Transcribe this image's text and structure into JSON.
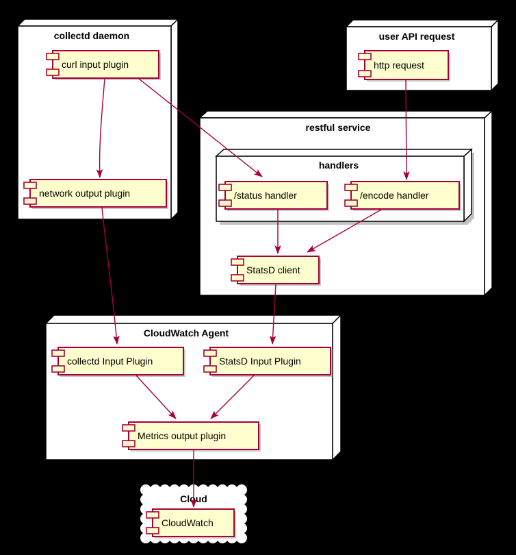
{
  "colors": {
    "background": "#000000",
    "node_fill": "#ffffff",
    "node_border": "#000000",
    "component_fill": "#fefece",
    "component_border": "#a80036",
    "arrow": "#a80036",
    "label_text": "#000000"
  },
  "nodes": {
    "collectd_daemon": {
      "label": "collectd daemon"
    },
    "user_api_request": {
      "label": "user API request"
    },
    "restful_service": {
      "label": "restful service"
    },
    "handlers": {
      "label": "handlers"
    },
    "cloudwatch_agent": {
      "label": "CloudWatch Agent"
    },
    "cloud": {
      "label": "Cloud"
    }
  },
  "components": {
    "curl_input_plugin": {
      "label": "curl input plugin",
      "parent": "collectd daemon"
    },
    "network_output_plugin": {
      "label": "network output plugin",
      "parent": "collectd daemon"
    },
    "http_request": {
      "label": "http request",
      "parent": "user API request"
    },
    "status_handler": {
      "label": "/status handler",
      "parent": "handlers"
    },
    "encode_handler": {
      "label": "/encode handler",
      "parent": "handlers"
    },
    "statsd_client": {
      "label": "StatsD client",
      "parent": "restful service"
    },
    "collectd_input_plugin": {
      "label": "collectd Input Plugin",
      "parent": "CloudWatch Agent"
    },
    "statsd_input_plugin": {
      "label": "StatsD Input Plugin",
      "parent": "CloudWatch Agent"
    },
    "metrics_output_plugin": {
      "label": "Metrics output plugin",
      "parent": "CloudWatch Agent"
    },
    "cloudwatch": {
      "label": "CloudWatch",
      "parent": "Cloud"
    }
  },
  "edges": [
    {
      "from": "curl input plugin",
      "to": "network output plugin"
    },
    {
      "from": "curl input plugin",
      "to": "/status handler"
    },
    {
      "from": "http request",
      "to": "/encode handler"
    },
    {
      "from": "/status handler",
      "to": "StatsD client"
    },
    {
      "from": "/encode handler",
      "to": "StatsD client"
    },
    {
      "from": "network output plugin",
      "to": "collectd Input Plugin"
    },
    {
      "from": "StatsD client",
      "to": "StatsD Input Plugin"
    },
    {
      "from": "collectd Input Plugin",
      "to": "Metrics output plugin"
    },
    {
      "from": "StatsD Input Plugin",
      "to": "Metrics output plugin"
    },
    {
      "from": "Metrics output plugin",
      "to": "CloudWatch"
    }
  ]
}
